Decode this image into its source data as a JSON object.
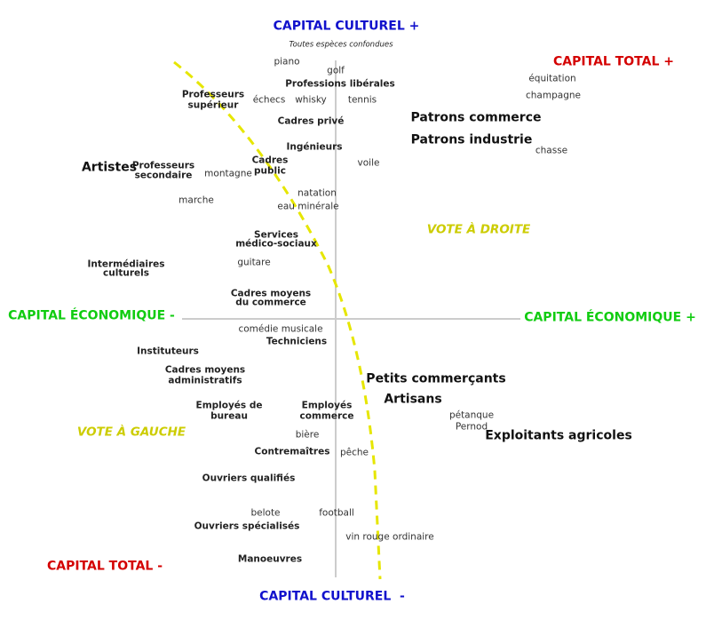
{
  "axes": {
    "culturel_plus": "CAPITAL CULTUREL +",
    "culturel_minus": "CAPITAL CULTUREL",
    "minus_sign": "-",
    "eco_minus": "CAPITAL ÉCONOMIQUE -",
    "eco_plus": "CAPITAL ÉCONOMIQUE +",
    "total_plus": "CAPITAL TOTAL +",
    "total_minus": "CAPITAL TOTAL -",
    "subtitle": "Toutes espèces confondues"
  },
  "votes": {
    "droite": "VOTE À DROITE",
    "gauche": "VOTE À GAUCHE"
  },
  "practices": [
    "piano",
    "golf",
    "échecs",
    "whisky",
    "tennis",
    "voile",
    "montagne",
    "natation",
    "eau minérale",
    "marche",
    "équitation",
    "champagne",
    "chasse",
    "guitare",
    "comédie musicale",
    "pétanque",
    "Pernod",
    "bière",
    "pêche",
    "belote",
    "football",
    "vin rouge ordinaire"
  ],
  "professions": [
    "Professions libérales",
    "Professeurs",
    "supérieur",
    "Cadres privé",
    "Ingénieurs",
    "Cadres",
    "public",
    "Professeurs",
    "secondaire",
    "Services",
    "médico-sociaux",
    "Intermédiaires",
    "culturels",
    "Cadres moyens",
    "du commerce",
    "Techniciens",
    "Instituteurs",
    "Cadres moyens",
    "administratifs",
    "Employés de",
    "bureau",
    "Employés",
    "commerce",
    "Contremaîtres",
    "Ouvriers qualifiés",
    "Ouvriers spécialisés",
    "Manoeuvres"
  ],
  "big_professions": [
    "Artistes",
    "Patrons commerce",
    "Patrons industrie",
    "Petits commerçants",
    "Artisans",
    "Exploitants agricoles"
  ],
  "colors": {
    "axis": "#cccccc",
    "divide": "#e6e600",
    "culturel": "#1111cc",
    "economique": "#11cc11",
    "total": "#d40000"
  }
}
